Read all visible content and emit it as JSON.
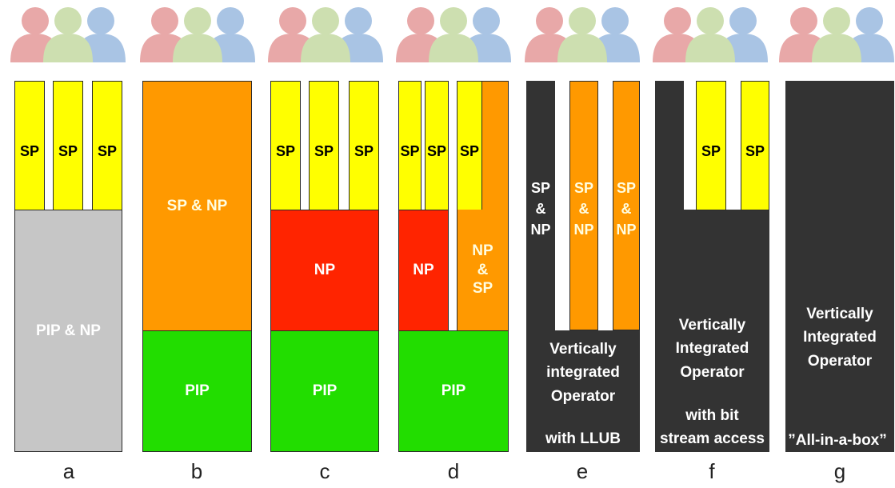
{
  "labels": {
    "sp": "SP",
    "np": "NP",
    "pip": "PIP",
    "sp_np": "SP & NP",
    "pip_np": "PIP & NP",
    "sp_amp_np_stacked": "SP\n&\nNP",
    "np_amp_sp_stacked": "NP\n&\nSP",
    "e_operator": "Vertically\nintegrated\nOperator",
    "e_llub": "with LLUB",
    "f_operator": "Vertically\nIntegrated\nOperator",
    "f_bitstream": "with bit\nstream access",
    "g_operator": "Vertically\nIntegrated\nOperator",
    "g_box": "”All-in-a-box”"
  },
  "diagrams": [
    "a",
    "b",
    "c",
    "d",
    "e",
    "f",
    "g"
  ],
  "colors": {
    "sp": "#ffff00",
    "sp_np": "#ff9900",
    "np": "#ff2400",
    "pip": "#22dd00",
    "pip_np": "#c6c6c6",
    "operator": "#333333",
    "user_red": "#e8a8a8",
    "user_green": "#cddfb0",
    "user_blue": "#a9c4e4"
  },
  "icons": [
    "users-group-icon"
  ]
}
